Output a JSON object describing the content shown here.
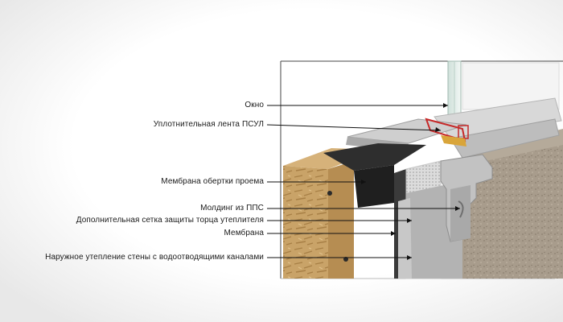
{
  "callouts": [
    {
      "id": "window",
      "label": "Окно"
    },
    {
      "id": "sealing-tape",
      "label": "Уплотнительная  лента ПСУЛ"
    },
    {
      "id": "opening-membrane",
      "label": "Мембрана  обертки  проема"
    },
    {
      "id": "eps-molding",
      "label": "Молдинг из ППС"
    },
    {
      "id": "edge-mesh",
      "label": "Дополнительная сетка  защиты торца  утеплителя"
    },
    {
      "id": "membrane",
      "label": "Мембрана"
    },
    {
      "id": "exterior-insulation",
      "label": "Наружное  утепление  стены  с водоотводящими  каналами"
    }
  ],
  "colors": {
    "osb": "#c9a368",
    "membrane": "#2e2e2e",
    "foam": "#b9b9b9",
    "mesh": "#e3e3e3",
    "stucco": "#a89c8c",
    "sill": "#c3c3c3",
    "glass": "#d6e4df",
    "tape": "#c62828",
    "sealant": "#d9a53a"
  }
}
